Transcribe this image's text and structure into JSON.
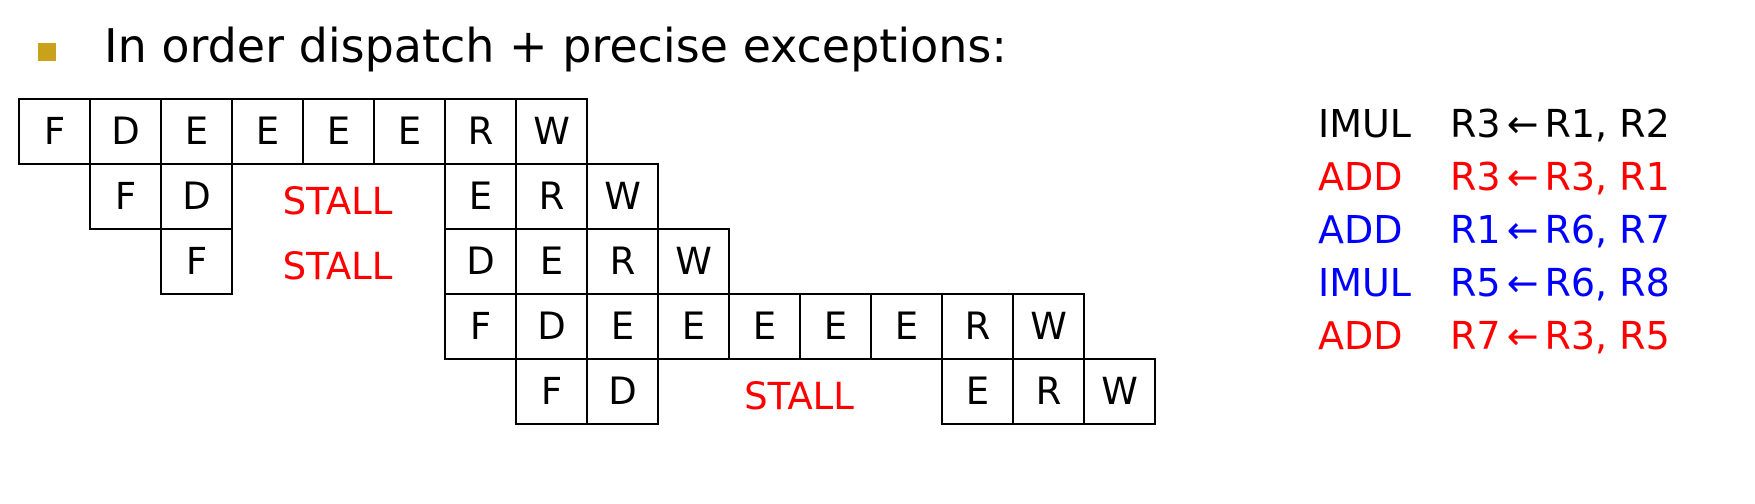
{
  "heading": {
    "bullet_color": "#c9a11b",
    "text": "In order dispatch + precise exceptions:"
  },
  "pipeline": {
    "rows": [
      {
        "stages": [
          {
            "label": "F",
            "cycle": 0
          },
          {
            "label": "D",
            "cycle": 1
          },
          {
            "label": "E",
            "cycle": 2
          },
          {
            "label": "E",
            "cycle": 3
          },
          {
            "label": "E",
            "cycle": 4
          },
          {
            "label": "E",
            "cycle": 5
          },
          {
            "label": "R",
            "cycle": 6
          },
          {
            "label": "W",
            "cycle": 7
          }
        ]
      },
      {
        "stages": [
          {
            "label": "F",
            "cycle": 1
          },
          {
            "label": "D",
            "cycle": 2
          },
          {
            "label": "E",
            "cycle": 6
          },
          {
            "label": "R",
            "cycle": 7
          },
          {
            "label": "W",
            "cycle": 8
          }
        ],
        "stall": {
          "label": "STALL",
          "from": 3,
          "to": 5
        }
      },
      {
        "stages": [
          {
            "label": "F",
            "cycle": 2
          },
          {
            "label": "D",
            "cycle": 6
          },
          {
            "label": "E",
            "cycle": 7
          },
          {
            "label": "R",
            "cycle": 8
          },
          {
            "label": "W",
            "cycle": 9
          }
        ],
        "stall": {
          "label": "STALL",
          "from": 3,
          "to": 5
        }
      },
      {
        "stages": [
          {
            "label": "F",
            "cycle": 6
          },
          {
            "label": "D",
            "cycle": 7
          },
          {
            "label": "E",
            "cycle": 8
          },
          {
            "label": "E",
            "cycle": 9
          },
          {
            "label": "E",
            "cycle": 10
          },
          {
            "label": "E",
            "cycle": 11
          },
          {
            "label": "E",
            "cycle": 12
          },
          {
            "label": "R",
            "cycle": 13
          },
          {
            "label": "W",
            "cycle": 14
          }
        ]
      },
      {
        "stages": [
          {
            "label": "F",
            "cycle": 7
          },
          {
            "label": "D",
            "cycle": 8
          },
          {
            "label": "E",
            "cycle": 13
          },
          {
            "label": "R",
            "cycle": 14
          },
          {
            "label": "W",
            "cycle": 15
          }
        ],
        "stall": {
          "label": "STALL",
          "from": 9,
          "to": 12
        }
      }
    ],
    "stall_color": "#ff0000"
  },
  "instructions": [
    {
      "op": "IMUL",
      "dst": "R3",
      "arrow": "←",
      "srcs": "R1, R2",
      "color": "#000000"
    },
    {
      "op": "ADD",
      "dst": "R3",
      "arrow": "←",
      "srcs": "R3, R1",
      "color": "#ff0000"
    },
    {
      "op": "ADD",
      "dst": "R1",
      "arrow": "←",
      "srcs": "R6, R7",
      "color": "#0000ff"
    },
    {
      "op": "IMUL",
      "dst": "R5",
      "arrow": "←",
      "srcs": "R6, R8",
      "color": "#0000ff"
    },
    {
      "op": "ADD",
      "dst": "R7",
      "arrow": "←",
      "srcs": "R3, R5",
      "color": "#ff0000"
    }
  ]
}
